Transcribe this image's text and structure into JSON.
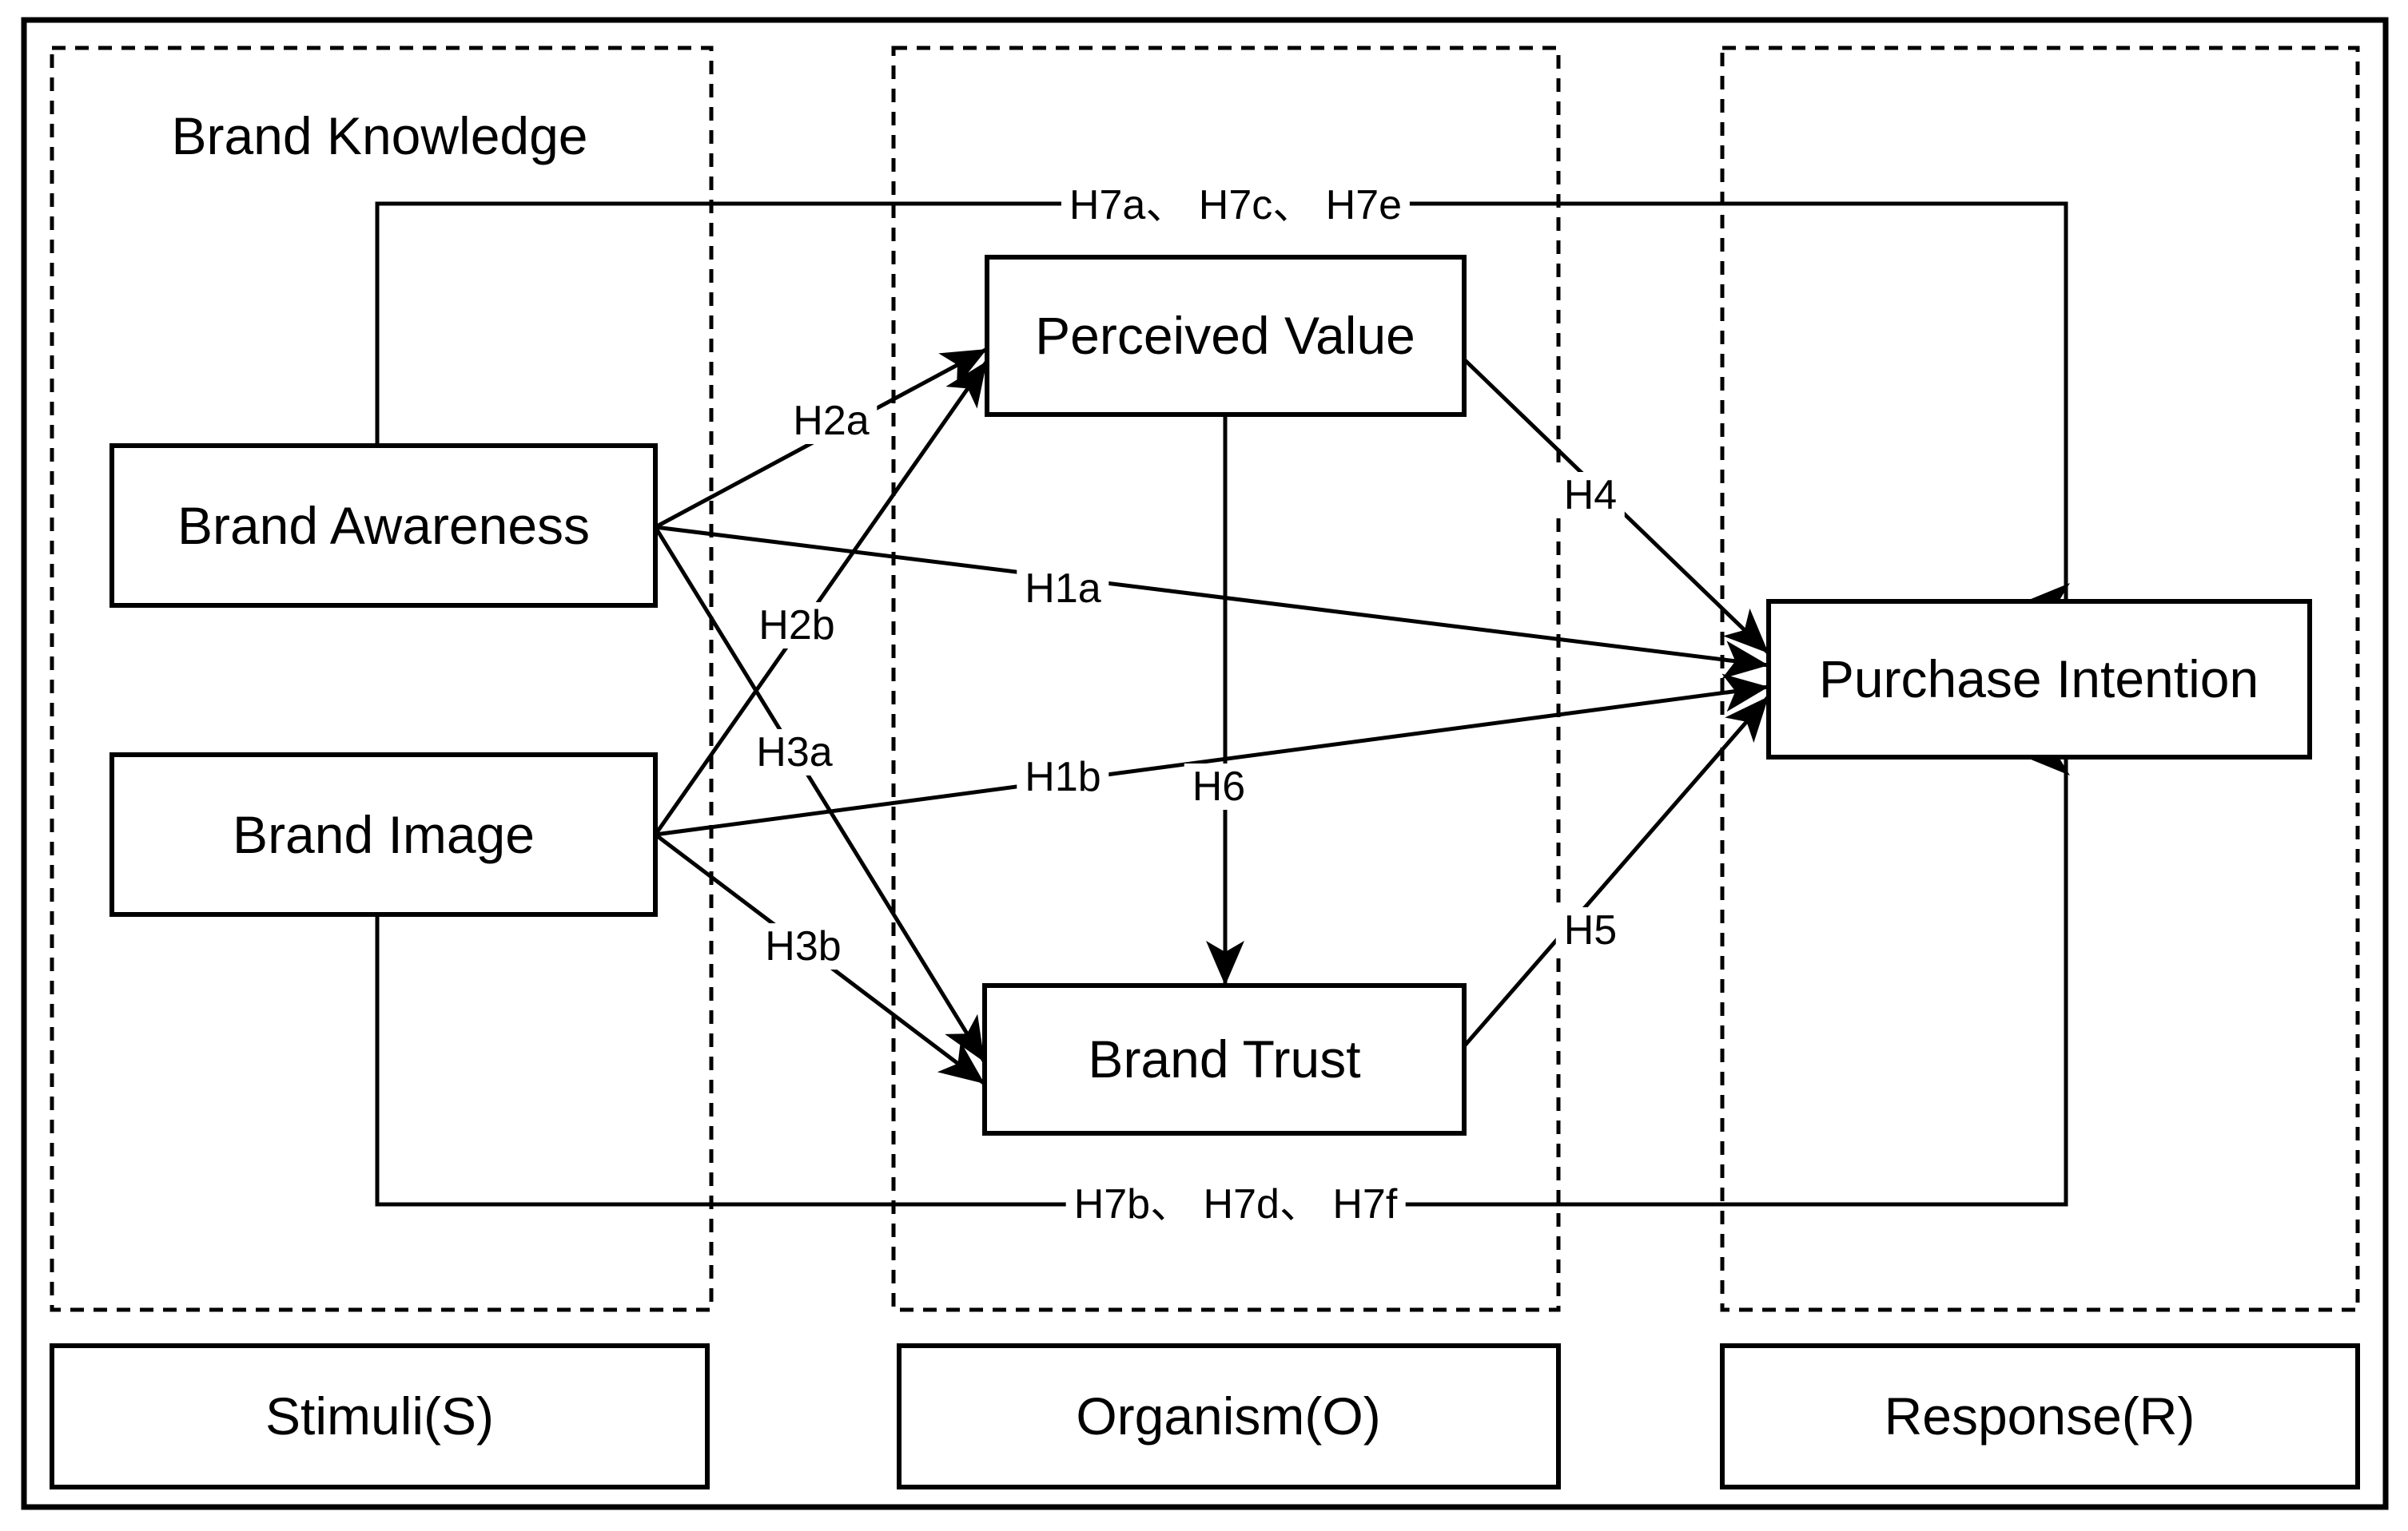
{
  "diagram": {
    "group_title": "Brand Knowledge",
    "nodes": {
      "brand_awareness": "Brand Awareness",
      "brand_image": "Brand Image",
      "perceived_value": "Perceived Value",
      "brand_trust": "Brand Trust",
      "purchase_intention": "Purchase Intention"
    },
    "hypotheses": {
      "h1a": "H1a",
      "h1b": "H1b",
      "h2a": "H2a",
      "h2b": "H2b",
      "h3a": "H3a",
      "h3b": "H3b",
      "h4": "H4",
      "h5": "H5",
      "h6": "H6",
      "h7_top": "H7a、 H7c、 H7e",
      "h7_bottom": "H7b、 H7d、 H7f"
    },
    "sections": {
      "stimuli": "Stimuli(S)",
      "organism": "Organism(O)",
      "response": "Response(R)"
    },
    "colors": {
      "line": "#000000",
      "background": "#ffffff"
    }
  }
}
